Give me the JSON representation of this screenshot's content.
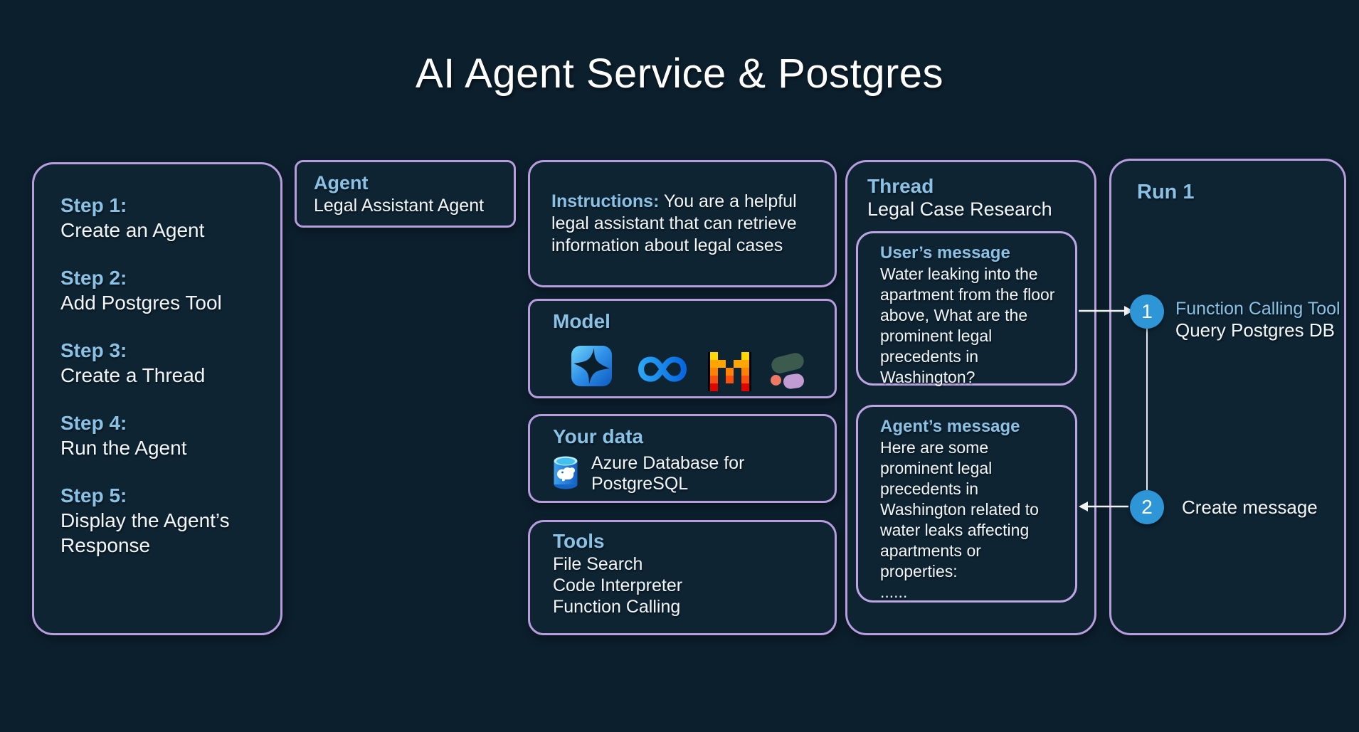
{
  "page": {
    "title": "AI Agent Service & Postgres"
  },
  "colors": {
    "background": "#0c1f2d",
    "panel_fill": "#0e2433",
    "border_lavender": "#b79dde",
    "heading_blue": "#8ac1e5",
    "text_white": "#f2f6f9",
    "circle_blue": "#2e95d6"
  },
  "steps_panel": {
    "items": [
      {
        "label": "Step 1:",
        "desc": "Create an Agent"
      },
      {
        "label": "Step 2:",
        "desc": "Add Postgres Tool"
      },
      {
        "label": "Step 3:",
        "desc": "Create a Thread"
      },
      {
        "label": "Step 4:",
        "desc": "Run the Agent"
      },
      {
        "label": "Step 5:",
        "desc": "Display the Agent’s Response"
      }
    ]
  },
  "agent_box": {
    "title": "Agent",
    "name": "Legal Assistant Agent"
  },
  "instructions_box": {
    "label": "Instructions:",
    "text": "You are a helpful legal assistant that can retrieve information about legal cases"
  },
  "model_box": {
    "title": "Model",
    "providers": [
      {
        "icon": "azure-ai-icon"
      },
      {
        "icon": "meta-icon"
      },
      {
        "icon": "mistral-icon"
      },
      {
        "icon": "cohere-icon"
      }
    ]
  },
  "your_data_box": {
    "title": "Your data",
    "icon": "azure-postgresql-icon",
    "item": "Azure Database for PostgreSQL"
  },
  "tools_box": {
    "title": "Tools",
    "items": [
      "File Search",
      "Code Interpreter",
      "Function Calling"
    ]
  },
  "thread_panel": {
    "title": "Thread",
    "subtitle": "Legal Case Research",
    "user_message": {
      "title": "User’s message",
      "text": "Water leaking into the apartment from the floor above, What are the prominent legal precedents in Washington?"
    },
    "agent_message": {
      "title": "Agent’s message",
      "text": "Here are some prominent legal precedents in Washington related to water leaks affecting apartments or properties:",
      "ellipsis": "......"
    }
  },
  "run_panel": {
    "title": "Run 1",
    "steps": [
      {
        "number": "1",
        "label": "Function Calling Tool",
        "sublabel": "Query Postgres DB"
      },
      {
        "number": "2",
        "label": "Create message"
      }
    ]
  }
}
